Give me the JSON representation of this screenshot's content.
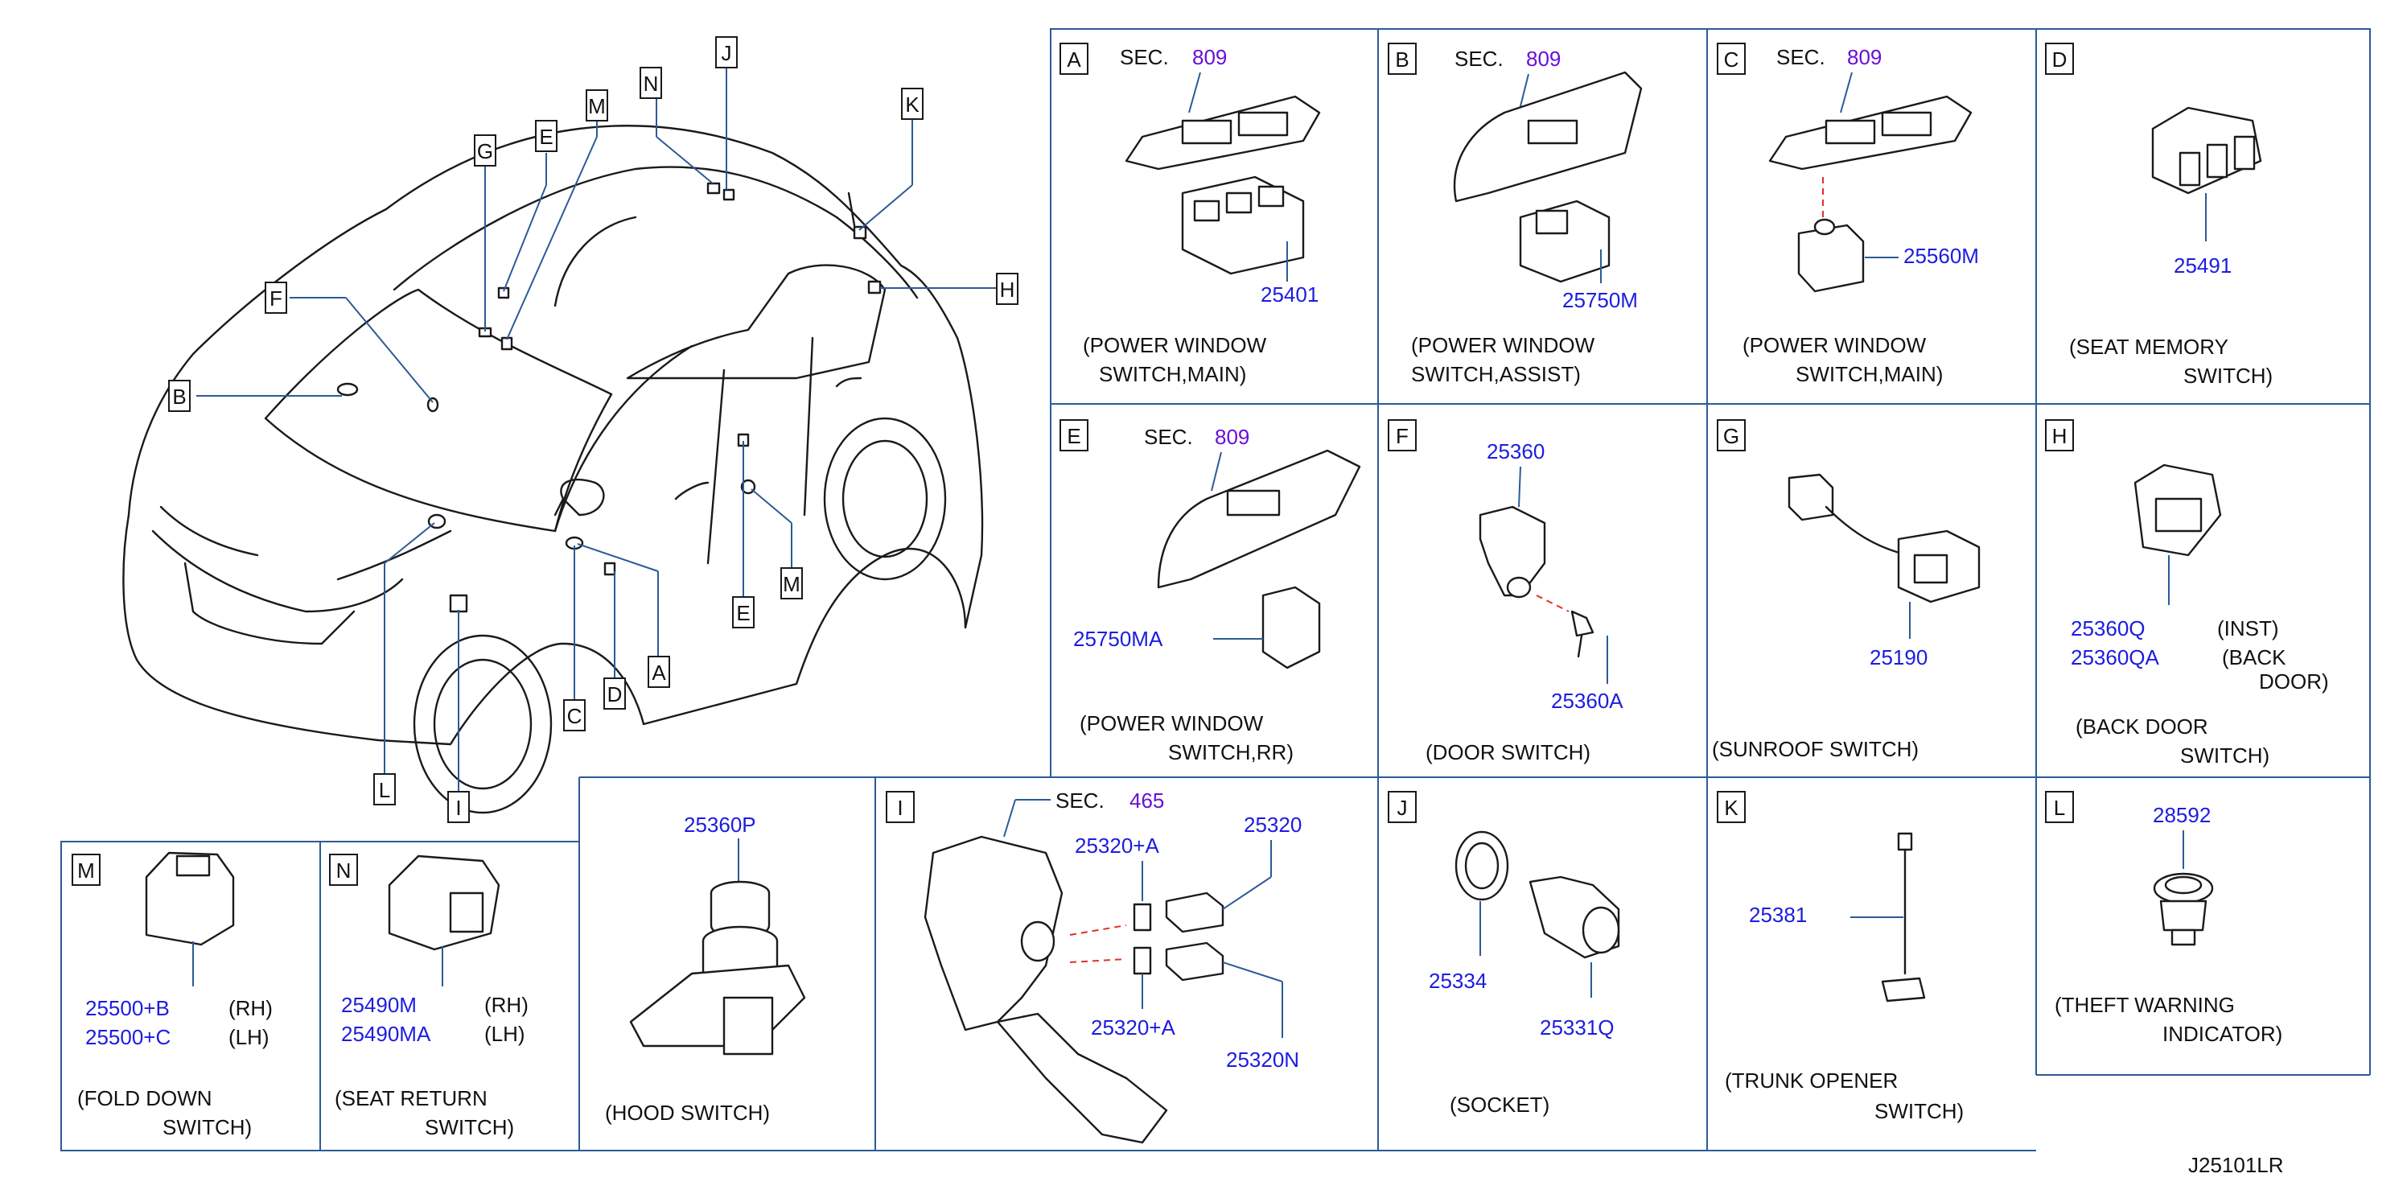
{
  "drawing_id": "J25101LR",
  "overview_callouts": [
    "A",
    "B",
    "C",
    "D",
    "E",
    "F",
    "G",
    "H",
    "I",
    "J",
    "K",
    "L",
    "M",
    "N"
  ],
  "panels": {
    "A": {
      "sec_prefix": "SEC.",
      "sec_num": "809",
      "part": "25401",
      "desc1": "(POWER   WINDOW",
      "desc2": "SWITCH,MAIN)"
    },
    "B": {
      "sec_prefix": "SEC.",
      "sec_num": "809",
      "part": "25750M",
      "desc1": "(POWER   WINDOW",
      "desc2": "SWITCH,ASSIST)"
    },
    "C": {
      "sec_prefix": "SEC.",
      "sec_num": "809",
      "part": "25560M",
      "desc1": "(POWER   WINDOW",
      "desc2": "SWITCH,MAIN)"
    },
    "D": {
      "part": "25491",
      "desc1": "(SEAT   MEMORY",
      "desc2": "SWITCH)"
    },
    "E": {
      "sec_prefix": "SEC.",
      "sec_num": "809",
      "part": "25750MA",
      "desc1": "(POWER   WINDOW",
      "desc2": "SWITCH,RR)"
    },
    "F": {
      "part1": "25360",
      "part2": "25360A",
      "desc1": "(DOOR   SWITCH)"
    },
    "G": {
      "part": "25190",
      "desc1": "(SUNROOF   SWITCH)"
    },
    "H": {
      "part1": "25360Q",
      "note1": "(INST)",
      "part2": "25360QA",
      "note2a": "(BACK",
      "note2b": "DOOR)",
      "desc1": "(BACK   DOOR",
      "desc2": "SWITCH)"
    },
    "M": {
      "part1": "25500+B",
      "note1": "(RH)",
      "part2": "25500+C",
      "note2": "(LH)",
      "desc1": "(FOLD   DOWN",
      "desc2": "SWITCH)"
    },
    "N": {
      "part1": "25490M",
      "note1": "(RH)",
      "part2": "25490MA",
      "note2": "(LH)",
      "desc1": "(SEAT   RETURN",
      "desc2": "SWITCH)"
    },
    "hood": {
      "part": "25360P",
      "desc1": "(HOOD   SWITCH)"
    },
    "I": {
      "sec_prefix": "SEC.",
      "sec_num": "465",
      "part1": "25320+A",
      "part2": "25320",
      "part3": "25320+A",
      "part4": "25320N"
    },
    "J": {
      "part1": "25334",
      "part2": "25331Q",
      "desc1": "(SOCKET)"
    },
    "K": {
      "part": "25381",
      "desc1": "(TRUNK   OPENER",
      "desc2": "SWITCH)"
    },
    "L": {
      "part": "28592",
      "desc1": "(THEFT   WARNING",
      "desc2": "INDICATOR)"
    }
  }
}
